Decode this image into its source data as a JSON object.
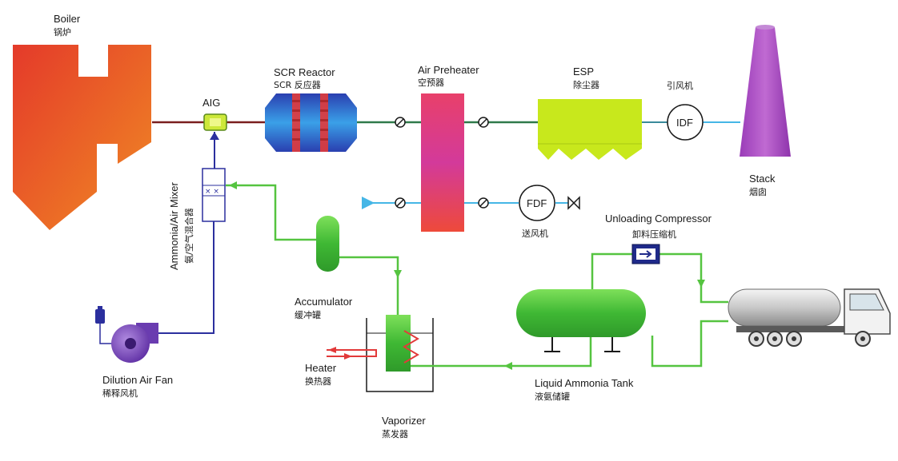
{
  "labels": {
    "boiler": "Boiler",
    "boiler_zh": "锅炉",
    "aig": "AIG",
    "scr": "SCR Reactor",
    "scr_zh": "SCR 反应器",
    "air_preheater": "Air Preheater",
    "air_preheater_zh": "空预器",
    "esp": "ESP",
    "esp_zh": "除尘器",
    "idf_zh": "引风机",
    "idf": "IDF",
    "stack": "Stack",
    "stack_zh": "烟囱",
    "fdf": "FDF",
    "fdf_zh": "送风机",
    "mixer": "Ammonia/Air Mixer",
    "mixer_zh": "氨/空气混合器",
    "unloading_compressor": "Unloading Compressor",
    "unloading_compressor_zh": "卸料压缩机",
    "accumulator": "Accumulator",
    "accumulator_zh": "缓冲罐",
    "heater": "Heater",
    "heater_zh": "换热器",
    "dilution_fan": "Dilution Air Fan",
    "dilution_fan_zh": "稀释风机",
    "liquid_tank": "Liquid Ammonia Tank",
    "liquid_tank_zh": "液氨储罐",
    "vaporizer": "Vaporizer",
    "vaporizer_zh": "蒸发器"
  },
  "colors": {
    "flue_line": "#7a1e1e",
    "ammonia_line": "#55c440",
    "air_line": "#45b6e6",
    "dilution_line": "#2b2f9e",
    "boiler_top": "#e8442a",
    "boiler_bottom": "#ef7a22",
    "esp_fill": "#c8e81c",
    "stack_fill": "#b458c8",
    "tank_fill": "#4cc43a"
  }
}
